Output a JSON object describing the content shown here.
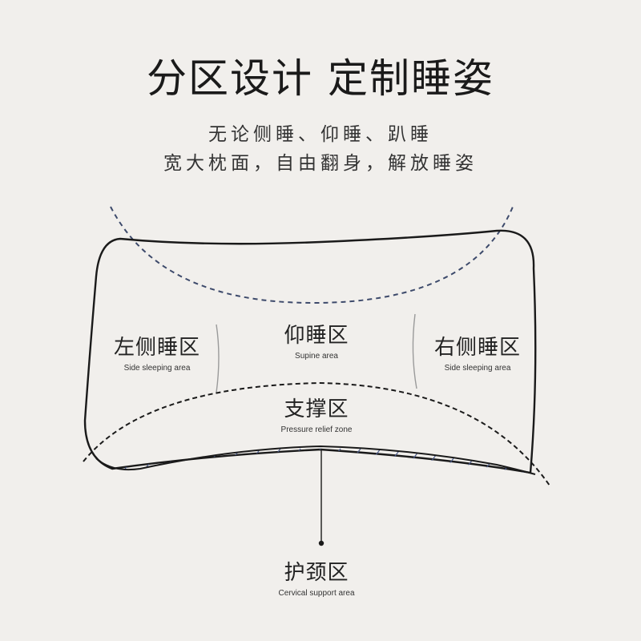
{
  "title": "分区设计 定制睡姿",
  "subtitle": {
    "line1": "无论侧睡、仰睡、趴睡",
    "line2": "宽大枕面，自由翻身，解放睡姿"
  },
  "zones": {
    "left": {
      "cn": "左侧睡区",
      "en": "Side sleeping area"
    },
    "top": {
      "cn": "仰睡区",
      "en": "Supine area"
    },
    "right": {
      "cn": "右侧睡区",
      "en": "Side sleeping area"
    },
    "middle": {
      "cn": "支撑区",
      "en": "Pressure relief zone"
    },
    "bottom": {
      "cn": "护颈区",
      "en": "Cervical support area"
    }
  },
  "colors": {
    "background": "#f1efec",
    "outline": "#1a1a1a",
    "dashed_navy": "#3d4a6b",
    "hatch": "#4a5a8a"
  }
}
